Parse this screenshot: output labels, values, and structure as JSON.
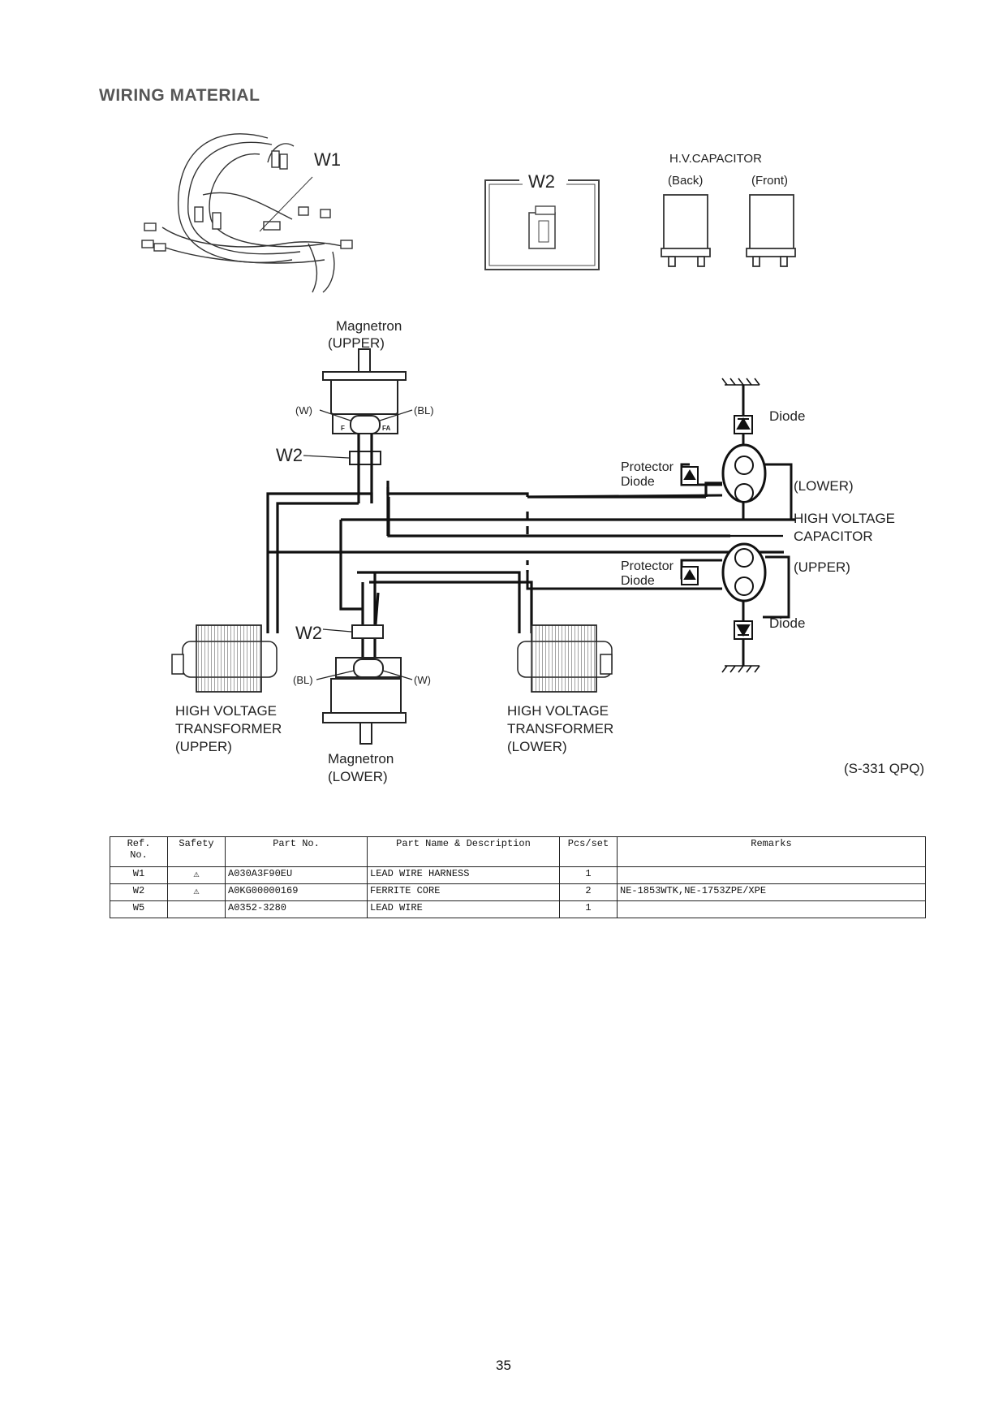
{
  "page": {
    "title": "WIRING MATERIAL",
    "model_note": "(S-331 QPQ)",
    "page_number": "35"
  },
  "labels": {
    "w1": "W1",
    "w2": "W2",
    "hv_capacitor": "H.V.CAPACITOR",
    "back": "(Back)",
    "front": "(Front)",
    "magnetron": "Magnetron",
    "upper": "(UPPER)",
    "lower": "(LOWER)",
    "w": "(W)",
    "bl": "(BL)",
    "f": "F",
    "fa": "FA",
    "diode": "Diode",
    "protector": "Protector",
    "high_voltage": "HIGH VOLTAGE",
    "capacitor": "CAPACITOR",
    "transformer": "TRANSFORMER"
  },
  "table": {
    "headers": {
      "ref_line1": "Ref.",
      "ref_line2": "No.",
      "safety": "Safety",
      "part_no": "Part No.",
      "name": "Part Name & Description",
      "pcs": "Pcs/set",
      "remarks": "Remarks"
    },
    "safety_symbol": "⚠",
    "rows": [
      {
        "ref": "W1",
        "safety": "⚠",
        "part_no": "A030A3F90EU",
        "name": "LEAD WIRE HARNESS",
        "pcs": "1",
        "remarks": ""
      },
      {
        "ref": "W2",
        "safety": "⚠",
        "part_no": "A0KG00000169",
        "name": "FERRITE CORE",
        "pcs": "2",
        "remarks": "NE-1853WTK,NE-1753ZPE/XPE"
      },
      {
        "ref": "W5",
        "safety": "",
        "part_no": "A0352-3280",
        "name": "LEAD WIRE",
        "pcs": "1",
        "remarks": ""
      }
    ]
  }
}
